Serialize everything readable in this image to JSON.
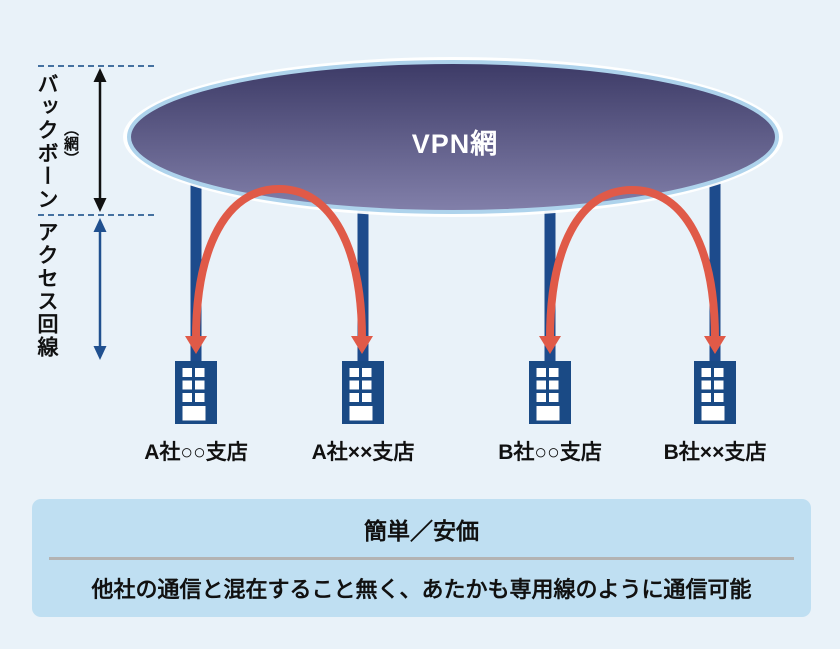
{
  "colors": {
    "background": "#e9f2f9",
    "cloud_top": "#3c3a66",
    "cloud_bottom": "#8280aa",
    "cloud_border": "#aed3ec",
    "line_blue": "#1d4b8c",
    "building_blue": "#1a4a85",
    "arrow_red": "#e05a48",
    "annotation_black": "#111111",
    "annotation_blue": "#20508f",
    "dashed_line": "#2e5f93",
    "panel_bg": "#bfdff2",
    "divider_gray": "#b3b3b3",
    "cloud_text": "#ffffff"
  },
  "diagram": {
    "cloud_label": "VPN網",
    "backbone_label": "バックボーン",
    "backbone_paren_label": "（網）",
    "access_label": "アクセス回線",
    "stations": [
      {
        "label": "A社○○支店"
      },
      {
        "label": "A社××支店"
      },
      {
        "label": "B社○○支店"
      },
      {
        "label": "B社××支店"
      }
    ]
  },
  "panel": {
    "title": "簡単／安価",
    "description": "他社の通信と混在すること無く、あたかも専用線のように通信可能"
  }
}
